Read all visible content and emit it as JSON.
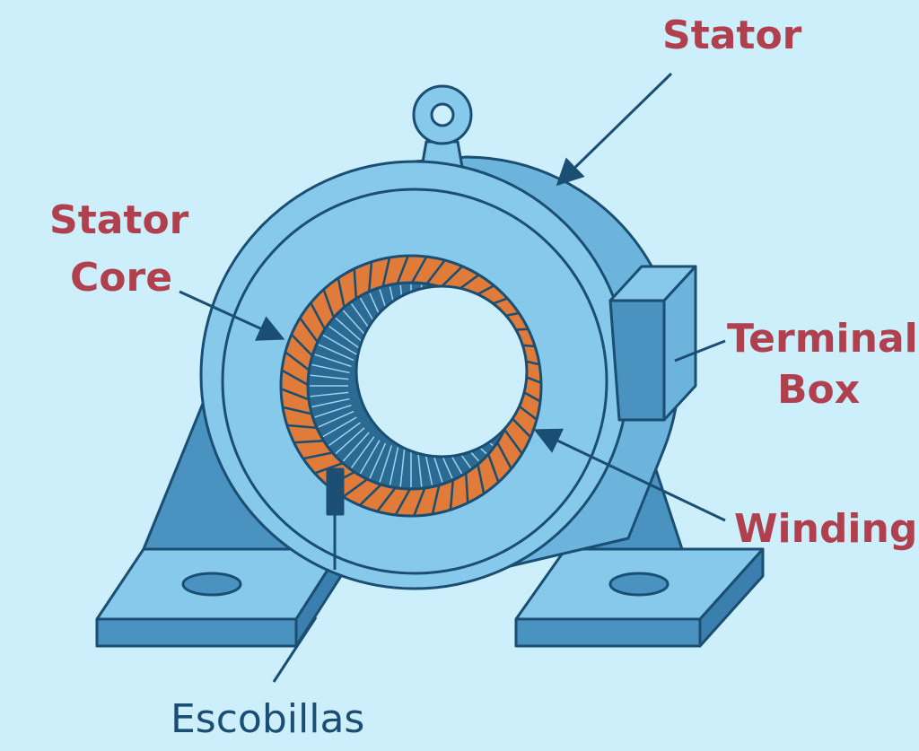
{
  "labels": {
    "stator": "Stator",
    "stator_core_1": "Stator",
    "stator_core_2": "Core",
    "terminal_box_1": "Terminal",
    "terminal_box_2": "Box",
    "winding": "Winding",
    "brushes": "Escobillas"
  },
  "colors": {
    "background": "#cdeefb",
    "body": "#87c9ea",
    "shade": "#4a93c0",
    "outline": "#1a4e73",
    "winding": "#e07b39",
    "label": "#b0404e"
  }
}
